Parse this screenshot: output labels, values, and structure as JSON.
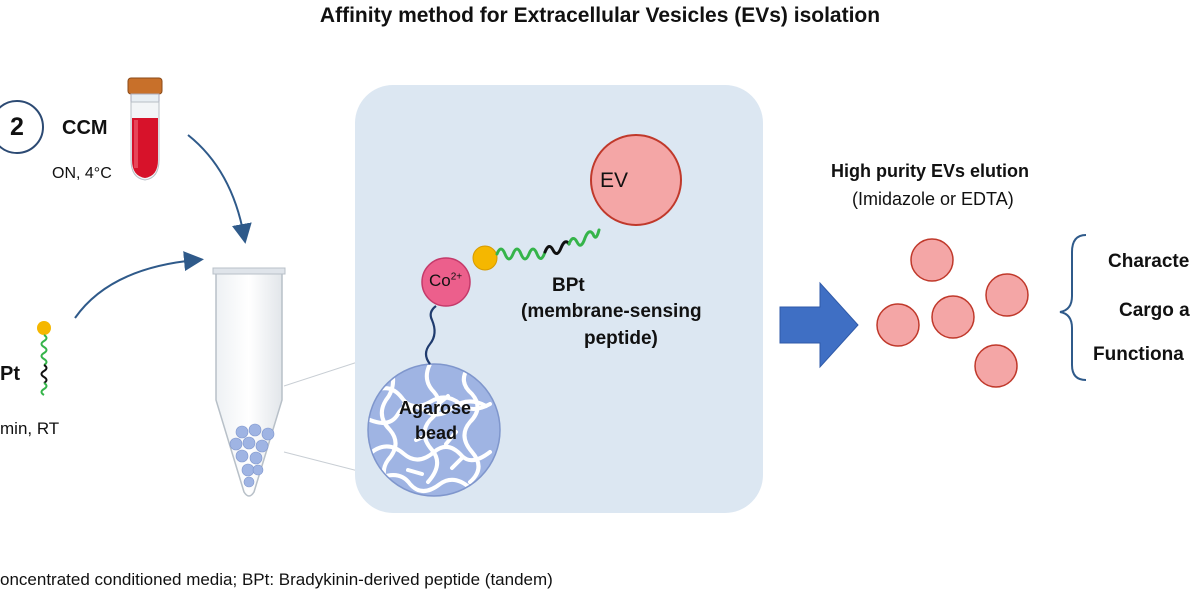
{
  "title": "Affinity method for Extracellular Vesicles (EVs) isolation",
  "step": {
    "number": "2",
    "reagent": "CCM",
    "condition": "ON, 4°C"
  },
  "step1": {
    "reagent_fragment": "Pt",
    "condition_fragment": "min, RT"
  },
  "panel": {
    "ev_label": "EV",
    "cobalt_label": "Co",
    "cobalt_charge": "2+",
    "peptide_label": "BPt",
    "peptide_desc_1": "(membrane-sensing",
    "peptide_desc_2": "peptide)",
    "bead_label_1": "Agarose",
    "bead_label_2": "bead"
  },
  "elution": {
    "title": "High purity EVs elution",
    "subtitle": "(Imidazole or EDTA)"
  },
  "applications": [
    "Characte",
    "Cargo a",
    "Functiona"
  ],
  "footer": "oncentrated conditioned media;  BPt: Bradykinin-derived peptide (tandem)",
  "colors": {
    "panel_bg": "#dce7f2",
    "ev_fill": "#f4a6a6",
    "ev_stroke": "#c0392b",
    "cobalt_fill": "#ec5f8c",
    "linker_fill": "#f5b700",
    "peptide_green": "#35b44a",
    "arrow_blue": "#3f6fc4",
    "tube_red": "#d7122a",
    "cap_orange": "#c8702a",
    "bead_blue": "#9fb4e3"
  }
}
